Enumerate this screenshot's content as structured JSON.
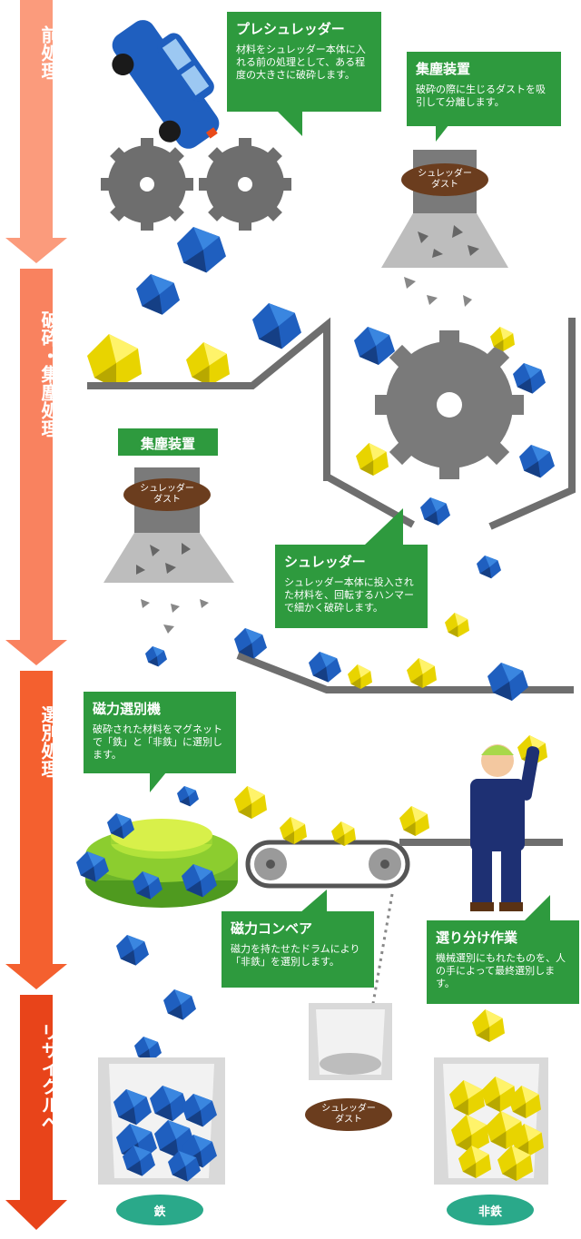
{
  "stages": [
    {
      "label": "前処理"
    },
    {
      "label": "破砕・集塵処理"
    },
    {
      "label": "選別処理"
    },
    {
      "label": "リサイクルへ"
    }
  ],
  "callouts": {
    "pre_shredder": {
      "title": "プレシュレッダー",
      "text": "材料をシュレッダー本体に入れる前の処理として、ある程度の大きさに破砕します。"
    },
    "dust_collector_1": {
      "title": "集塵装置",
      "text": "破砕の際に生じるダストを吸引して分離します。"
    },
    "dust_collector_2": {
      "title": "集塵装置"
    },
    "shredder": {
      "title": "シュレッダー",
      "text": "シュレッダー本体に投入された材料を、回転するハンマーで細かく破砕します。"
    },
    "magnetic_separator": {
      "title": "磁力選別機",
      "text": "破砕された材料をマグネットで「鉄」と「非鉄」に選別します。"
    },
    "magnetic_conveyor": {
      "title": "磁力コンベア",
      "text": "磁力を持たせたドラムにより「非鉄」を選別します。"
    },
    "hand_sorting": {
      "title": "選り分け作業",
      "text": "機械選別にもれたものを、人の手によって最終選別します。"
    }
  },
  "dust_label": "シュレッダーダスト",
  "dust_label_lines": [
    "シュレッダー",
    "ダスト"
  ],
  "outputs": {
    "iron": "鉄",
    "non_iron": "非鉄"
  },
  "colors": {
    "callout_green": "#2e9a3e",
    "dust_brown": "#6b3d1e",
    "iron_blue": "#1f5fbf",
    "non_iron_yellow": "#f5e000",
    "gear_gray": "#6e6e6e",
    "output_teal": "#2aa98a",
    "arrow_top": "#fb9b7c",
    "arrow_bottom": "#e8441a"
  }
}
